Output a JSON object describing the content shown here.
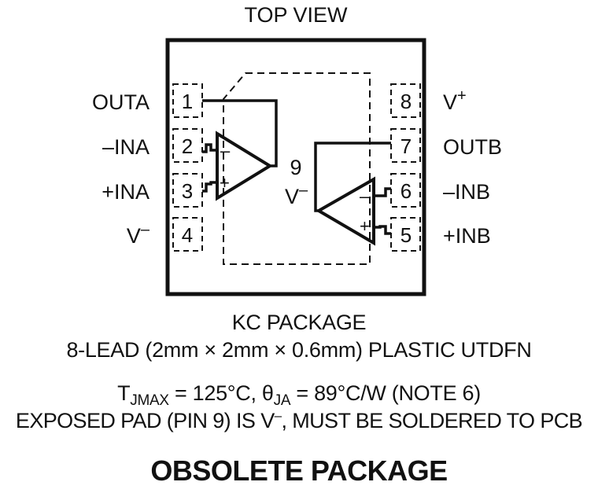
{
  "header": {
    "title": "TOP VIEW"
  },
  "pins_left": [
    {
      "num": "1",
      "name": "OUTA"
    },
    {
      "num": "2",
      "name": "–INA"
    },
    {
      "num": "3",
      "name": "+INA"
    },
    {
      "num": "4",
      "name": "V",
      "sup": "–"
    }
  ],
  "pins_right": [
    {
      "num": "8",
      "name": "V",
      "sup": "+"
    },
    {
      "num": "7",
      "name": "OUTB"
    },
    {
      "num": "6",
      "name": "–INB"
    },
    {
      "num": "5",
      "name": "+INB"
    }
  ],
  "exposed_pad": {
    "num": "9",
    "name": "V",
    "sup": "–"
  },
  "amp_symbols": {
    "minus": "–",
    "plus": "+"
  },
  "caption": {
    "package": "KC PACKAGE",
    "description": "8-LEAD (2mm × 2mm × 0.6mm) PLASTIC UTDFN",
    "thermal": {
      "tj_prefix": "T",
      "tj_sub": "JMAX",
      "tj_value": " = 125°C, ",
      "theta_prefix": "θ",
      "theta_sub": "JA",
      "theta_value": " = 89°C/W (NOTE 6)"
    },
    "pad_note": {
      "pre": "EXPOSED PAD (PIN 9) IS V",
      "sup": "–",
      "post": ", MUST BE SOLDERED TO PCB"
    },
    "status": "OBSOLETE PACKAGE"
  }
}
